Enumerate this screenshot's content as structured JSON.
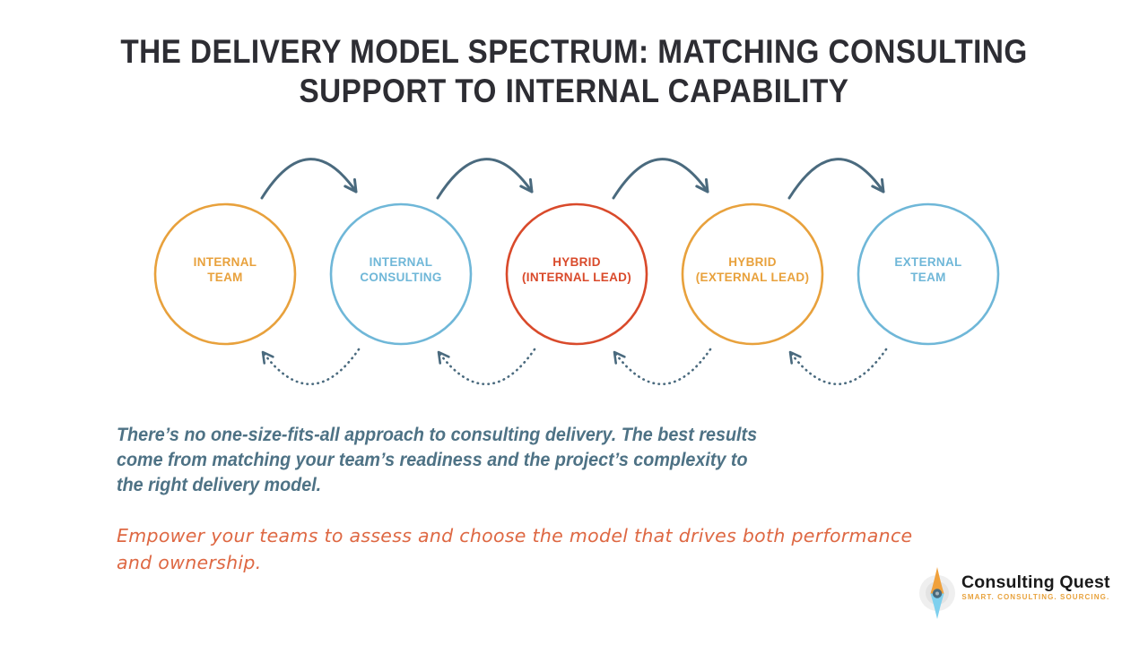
{
  "title": {
    "line1": "THE DELIVERY MODEL SPECTRUM: MATCHING CONSULTING",
    "line2": "SUPPORT TO INTERNAL CAPABILITY"
  },
  "diagram": {
    "arrow_color": "#4A6A7E",
    "nodes": [
      {
        "line1": "INTERNAL",
        "line2": "TEAM",
        "color": "#E8A13C"
      },
      {
        "line1": "INTERNAL",
        "line2": "CONSULTING",
        "color": "#6FB7D8"
      },
      {
        "line1": "HYBRID",
        "line2": "(INTERNAL LEAD)",
        "color": "#D94A2B"
      },
      {
        "line1": "HYBRID",
        "line2": "(EXTERNAL LEAD)",
        "color": "#E8A13C"
      },
      {
        "line1": "EXTERNAL",
        "line2": "TEAM",
        "color": "#6FB7D8"
      }
    ]
  },
  "body_text": {
    "line1": "There’s no one-size-fits-all approach to consulting delivery. The best results",
    "line2": "come from matching your team’s readiness and the project’s complexity to",
    "line3": "the right delivery model.",
    "color": "#4E7285"
  },
  "callout_text": {
    "line1": "Empower your teams to assess and choose the model that drives both performance",
    "line2": "and ownership.",
    "color": "#DE6843"
  },
  "logo": {
    "name": "Consulting Quest",
    "tagline": "SMART. CONSULTING. SOURCING.",
    "name_color": "#1A1A1A",
    "tagline_color": "#E8A23C",
    "compass_top_color": "#F0A13C",
    "compass_bottom_color": "#7ED0EE"
  },
  "colors": {
    "background": "#FFFFFF",
    "title": "#2D2D33",
    "accent_orange": "#E8A13C",
    "accent_blue": "#6FB7D8",
    "accent_red": "#D94A2B",
    "arrow_slate": "#4A6A7E"
  }
}
